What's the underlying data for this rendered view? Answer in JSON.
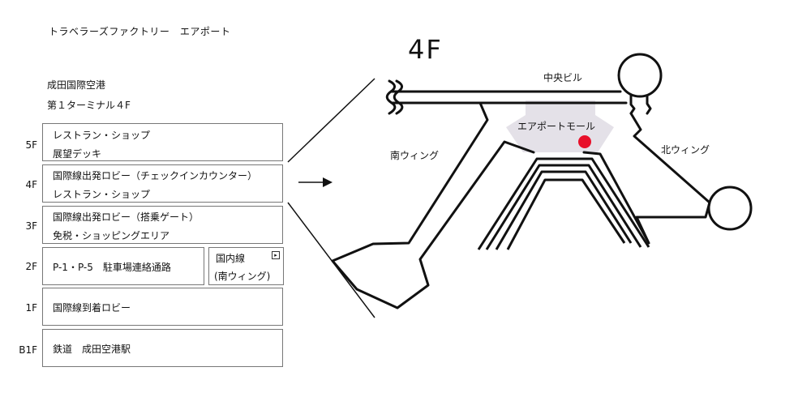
{
  "header": {
    "store_name": "トラベラーズファクトリー　エアポート",
    "airport": "成田国際空港",
    "terminal": "第１ターミナル４F"
  },
  "floors": [
    {
      "label": "5F",
      "lines": [
        "レストラン・ショップ",
        "展望デッキ"
      ]
    },
    {
      "label": "4F",
      "lines": [
        "国際線出発ロビー（チェックインカウンター）",
        "レストラン・ショップ"
      ]
    },
    {
      "label": "3F",
      "lines": [
        "国際線出発ロビー（搭乗ゲート）",
        "免税・ショッピングエリア"
      ]
    },
    {
      "label": "2F",
      "lines": [
        "P-1・P-5　駐車場連絡通路"
      ]
    },
    {
      "label": "1F",
      "lines": [
        "国際線到着ロビー"
      ]
    },
    {
      "label": "B1F",
      "lines": [
        "鉄道　成田空港駅"
      ]
    }
  ],
  "domestic": {
    "line1": "国内線",
    "line2": "(南ウィング)",
    "icon": "exit-arrow-icon"
  },
  "map": {
    "floor": "4F",
    "central": "中央ビル",
    "south": "南ウィング",
    "north": "北ウィング",
    "mall": "エアポートモール",
    "colors": {
      "marker": "#e8102a",
      "mall_fill": "#e4e1e8",
      "line": "#111111"
    }
  }
}
